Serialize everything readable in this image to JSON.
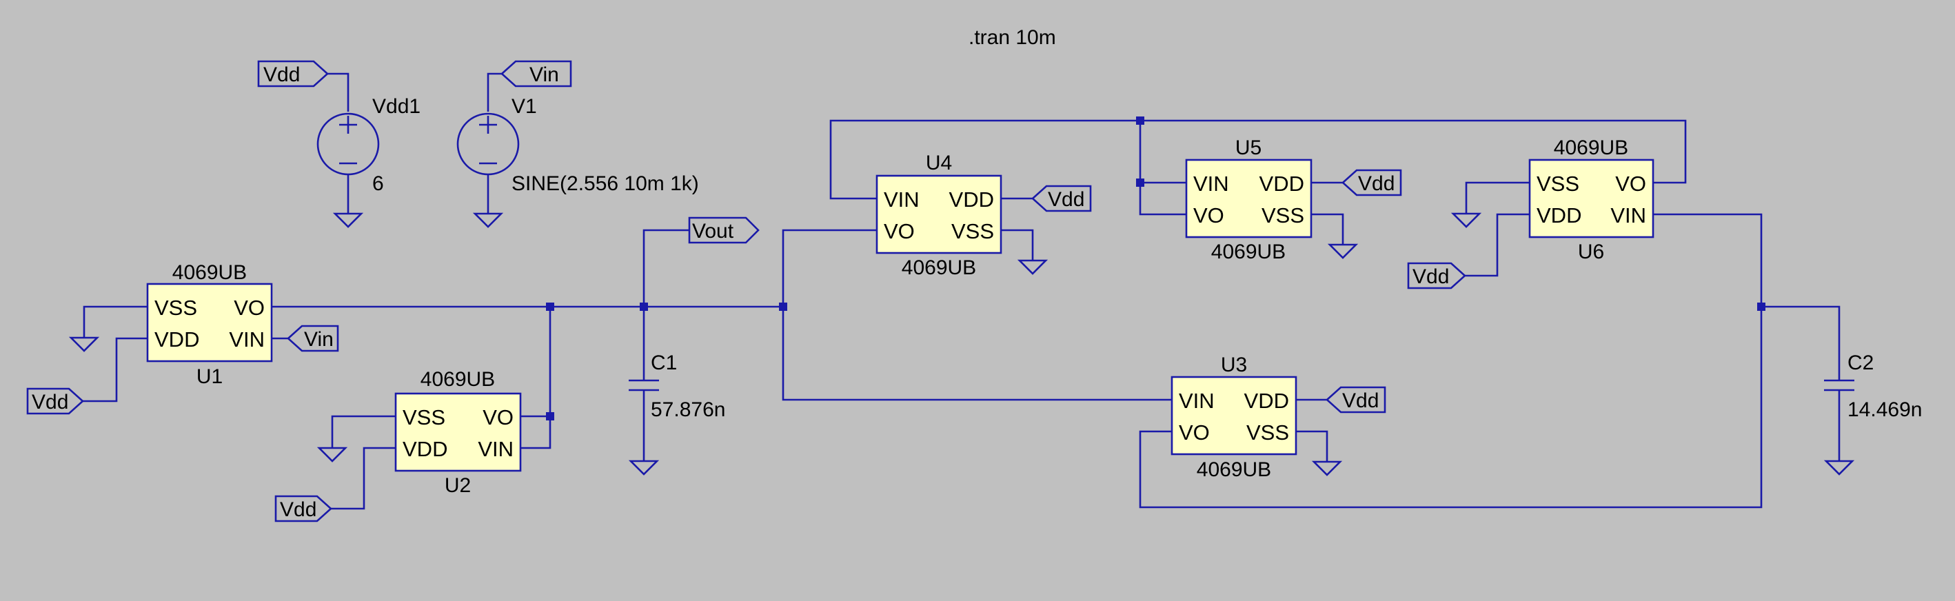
{
  "directive": ".tran 10m",
  "net_labels": {
    "vdd": "Vdd",
    "vin": "Vin",
    "vout": "Vout"
  },
  "sources": {
    "vdd1": {
      "name": "Vdd1",
      "value": "6"
    },
    "v1": {
      "name": "V1",
      "value": "SINE(2.556 10m 1k)"
    }
  },
  "pins": {
    "vss": "VSS",
    "vdd": "VDD",
    "vo": "VO",
    "vin": "VIN"
  },
  "ics": {
    "u1": {
      "ref": "U1",
      "part": "4069UB"
    },
    "u2": {
      "ref": "U2",
      "part": "4069UB"
    },
    "u3": {
      "ref": "U3",
      "part": "4069UB"
    },
    "u4": {
      "ref": "U4",
      "part": "4069UB"
    },
    "u5": {
      "ref": "U5",
      "part": "4069UB"
    },
    "u6": {
      "ref": "U6",
      "part": "4069UB"
    }
  },
  "capacitors": {
    "c1": {
      "ref": "C1",
      "value": "57.876n"
    },
    "c2": {
      "ref": "C2",
      "value": "14.469n"
    }
  },
  "colors": {
    "background": "#c0c0c0",
    "wire": "#1a1aa8",
    "component_fill": "#ffffc8",
    "text": "#000000"
  }
}
